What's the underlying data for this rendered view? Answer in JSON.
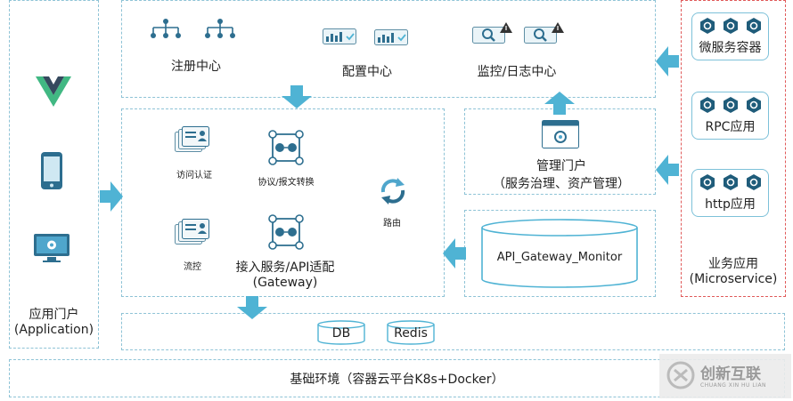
{
  "regions": {
    "application_portal": {
      "label_line1": "应用门户",
      "label_line2": "(Application)"
    },
    "business_apps": {
      "label_line1": "业务应用",
      "label_line2": "(Microservice)"
    },
    "base_env": {
      "label": "基础环境（容器云平台K8s+Docker）"
    }
  },
  "top_services": {
    "registry": "注册中心",
    "config": "配置中心",
    "monitor": "监控/日志中心"
  },
  "gateway": {
    "access_auth": "访问认证",
    "protocol_convert": "协议/报文转换",
    "routing": "路由",
    "flow_control": "流控",
    "access_adapter_line1": "接入服务/API适配",
    "access_adapter_line2": "(Gateway)"
  },
  "management": {
    "portal_line1": "管理门户",
    "portal_line2": "（服务治理、资产管理）"
  },
  "monitor_db": {
    "label": "API_Gateway_Monitor"
  },
  "storage": {
    "db": "DB",
    "redis": "Redis"
  },
  "microservices": {
    "container": "微服务容器",
    "rpc": "RPC应用",
    "http": "http应用"
  },
  "watermark": {
    "brand": "创新互联",
    "pinyin": "CHUANG XIN HU LIAN"
  },
  "colors": {
    "accent": "#4fb3d4",
    "border_dash": "#8ec3d6",
    "red_dash": "#e05a5a",
    "icon_dark": "#1f5c7a",
    "vue_green": "#41b883",
    "vue_dark": "#35495e"
  }
}
